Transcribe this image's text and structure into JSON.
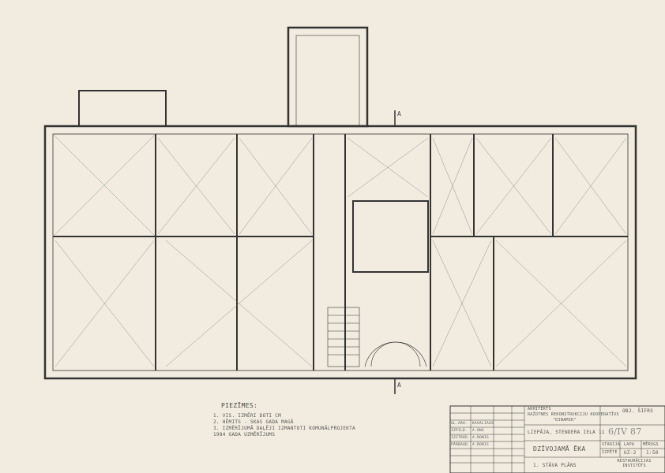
{
  "section_marker": "A",
  "notes": {
    "title": "PIEZĪMES:",
    "items": [
      "1. VIS. IZMĒRI DOTI CM",
      "2. HĒMITS - SKAS GADA MAGĀ",
      "3. IZMĒRĪJUMĀ DAĻĒJI IZMANTOTI KOMUNĀLPROJEKTA",
      "   1984 GADA UZMĒRĪJUMS"
    ]
  },
  "title_block": {
    "org": "ARHITEKTS",
    "coop": "RAŽOTNES REKONSTRUKCIJU KOOPERATĪVS",
    "coop_name": "\"DINAMIK\"",
    "address": "LIEPĀJA, STENDERA IELA 11",
    "handwritten": "6/IV 87",
    "code_label": "OBJ. ŠIFRS",
    "object": "DZĪVOJAMĀ ĒKA",
    "stage_label": "STADIJA",
    "sheet_label": "LAPA",
    "scale_label": "MĒROGS",
    "stage": "IZPĒTE",
    "sheet": "UZ-2",
    "scale": "1:50",
    "drawing": "1. STĀVA PLĀNS",
    "institute": "RESTAURĀCIJAS INSTITŪTS",
    "roles": [
      [
        "GL.ARH.",
        "KAVALIAUS"
      ],
      [
        "IZPILD.",
        "A.ONS"
      ],
      [
        "IZSTRĀD.",
        "A.RONIS"
      ],
      [
        "PĀRBAUD.",
        "A.RONIS"
      ]
    ]
  }
}
